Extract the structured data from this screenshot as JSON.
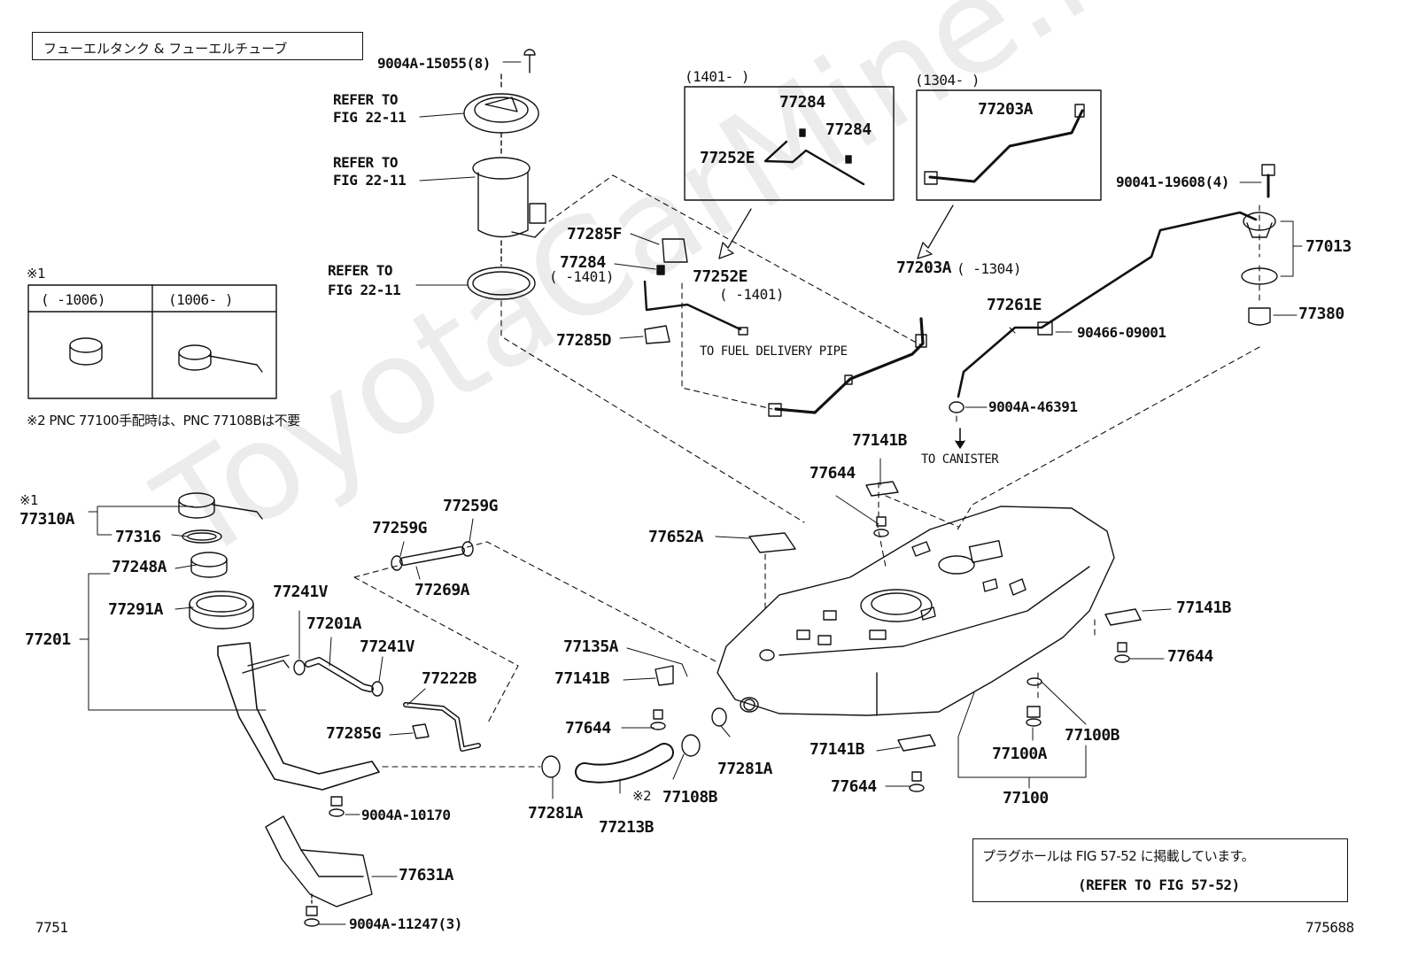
{
  "title": "フューエルタンク & フューエルチューブ",
  "watermark": "ToyotaCarMine.ru",
  "inset1": {
    "mark": "※1",
    "col1": "(     -1006)",
    "col2": "(1006-     )"
  },
  "note2": "※2 PNC 77100手配時は、PNC 77108Bは不要",
  "note_box": {
    "line1": "プラグホールは FIG 57-52 に掲載しています。",
    "line2": "(REFER TO FIG 57-52)"
  },
  "box1401": {
    "header": "(1401-     )",
    "p1": "77284",
    "p2": "77284",
    "p3": "77252E"
  },
  "box1304": {
    "header": "(1304-     )",
    "p1": "77203A"
  },
  "labels": {
    "l9004A15055": "9004A-15055(8)",
    "refer1a": "REFER TO",
    "refer1b": "FIG 22-11",
    "refer2a": "REFER TO",
    "refer2b": "FIG 22-11",
    "refer3a": "REFER TO",
    "refer3b": "FIG 22-11",
    "l77285F": "77285F",
    "l77284": "77284",
    "l1401a": "(     -1401)",
    "l77252E": "77252E",
    "l1401b": "(     -1401)",
    "l77285D": "77285D",
    "to_fuel": "TO FUEL DELIVERY PIPE",
    "l77203A": "77203A",
    "l1304": "(     -1304)",
    "l77261E": "77261E",
    "l90466": "90466-09001",
    "l9004A46391": "9004A-46391",
    "to_canister": "TO CANISTER",
    "l90041": "90041-19608(4)",
    "l77013": "77013",
    "l77380": "77380",
    "l77141B_top": "77141B",
    "l77644_top": "77644",
    "l77652A": "77652A",
    "l77141B_right": "77141B",
    "l77644_right": "77644",
    "l77100B": "77100B",
    "l77100A": "77100A",
    "l77100": "77100",
    "l77141B_bot": "77141B",
    "l77644_bot": "77644",
    "mark1b": "※1",
    "l77310A": "77310A",
    "l77316": "77316",
    "l77248A": "77248A",
    "l77291A": "77291A",
    "l77201": "77201",
    "l77241V_a": "77241V",
    "l77201A": "77201A",
    "l77241V_b": "77241V",
    "l77285G": "77285G",
    "l77259G_a": "77259G",
    "l77259G_b": "77259G",
    "l77269A": "77269A",
    "l77222B": "77222B",
    "l77135A": "77135A",
    "l77141B_mid": "77141B",
    "l77644_mid": "77644",
    "l77281A_r": "77281A",
    "l77281A_l": "77281A",
    "mark2": "※2",
    "l77108B": "77108B",
    "l77213B": "77213B",
    "l9004A10170": "9004A-10170",
    "l77631A": "77631A",
    "l9004A11247": "9004A-11247(3)",
    "code_left": "7751",
    "code_right": "775688"
  }
}
